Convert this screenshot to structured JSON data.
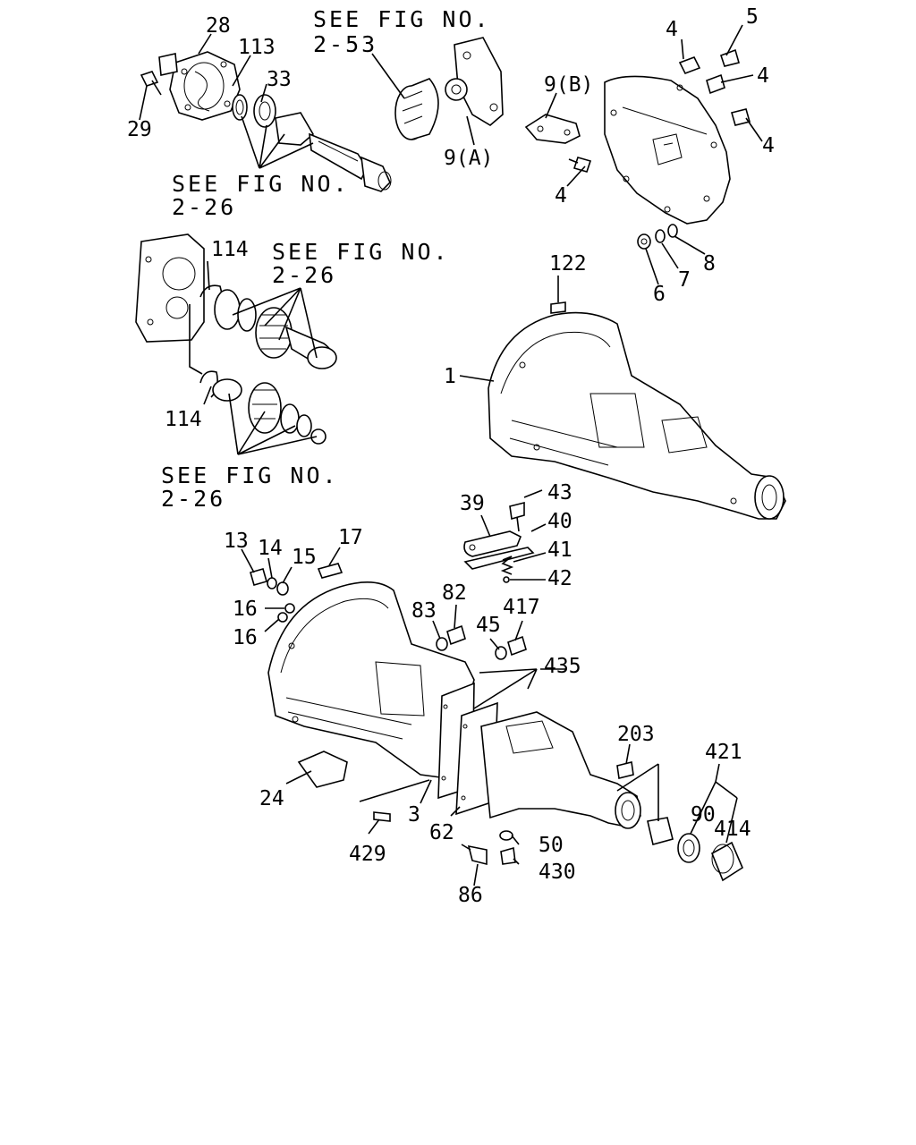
{
  "diagram": {
    "references": [
      {
        "id": "ref-2-53",
        "line1": "SEE FIG NO.",
        "line2": "2-53"
      },
      {
        "id": "ref-2-26-a",
        "line1": "SEE FIG NO.",
        "line2": "2-26"
      },
      {
        "id": "ref-2-26-b",
        "line1": "SEE FIG NO.",
        "line2": "2-26"
      },
      {
        "id": "ref-2-26-c",
        "line1": "SEE FIG NO.",
        "line2": "2-26"
      }
    ],
    "callouts": {
      "c28": "28",
      "c113": "113",
      "c33": "33",
      "c29": "29",
      "c9b": "9(B)",
      "c9a": "9(A)",
      "c4a": "4",
      "c5": "5",
      "c4b": "4",
      "c4c": "4",
      "c4d": "4",
      "c8": "8",
      "c7": "7",
      "c6": "6",
      "c114a": "114",
      "c114b": "114",
      "c122": "122",
      "c1": "1",
      "c39": "39",
      "c43": "43",
      "c40": "40",
      "c41": "41",
      "c42": "42",
      "c13": "13",
      "c14": "14",
      "c15": "15",
      "c17": "17",
      "c16a": "16",
      "c16b": "16",
      "c83": "83",
      "c82": "82",
      "c45": "45",
      "c417": "417",
      "c435": "435",
      "c203": "203",
      "c421": "421",
      "c90": "90",
      "c414": "414",
      "c24": "24",
      "c3": "3",
      "c62": "62",
      "c429": "429",
      "c50": "50",
      "c430": "430",
      "c86": "86"
    }
  }
}
